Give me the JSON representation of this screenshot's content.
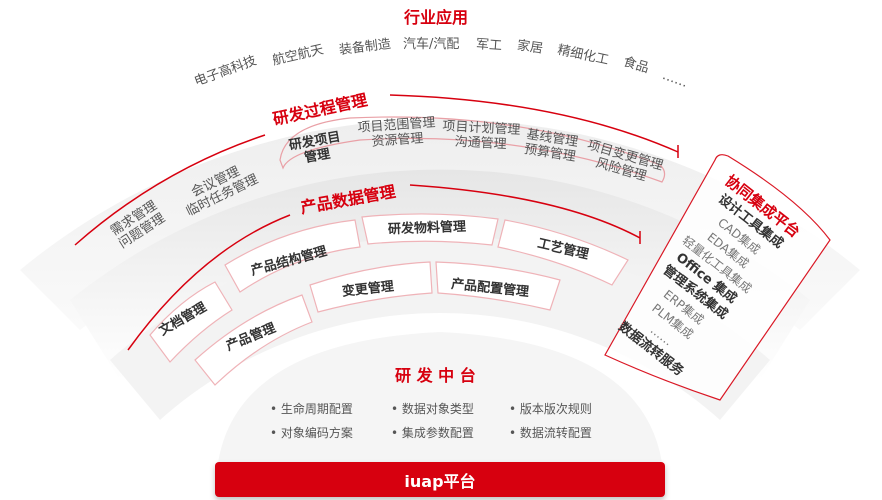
{
  "industry": {
    "title": "行业应用",
    "items": [
      "电子高科技",
      "航空航天",
      "装备制造",
      "汽车/汽配",
      "军工",
      "家居",
      "精细化工",
      "食品",
      "……"
    ]
  },
  "rd_process": {
    "title": "研发过程管理",
    "project": [
      "研发项目",
      "管理"
    ],
    "groups": [
      [
        "项目范围管理",
        "资源管理"
      ],
      [
        "项目计划管理",
        "沟通管理"
      ],
      [
        "基线管理",
        "预算管理"
      ],
      [
        "项目变更管理",
        "风险管理"
      ]
    ],
    "other": [
      [
        "会议管理",
        "临时任务管理"
      ],
      [
        "需求管理",
        "问题管理"
      ]
    ]
  },
  "pdm": {
    "title": "产品数据管理",
    "modules": [
      "研发物料管理",
      "工艺管理",
      "产品结构管理",
      "变更管理",
      "产品配置管理",
      "文档管理",
      "产品管理"
    ]
  },
  "rd_platform": {
    "title": "研 发 中 台",
    "features": [
      "生命周期配置",
      "数据对象类型",
      "版本版次规则",
      "对象编码方案",
      "集成参数配置",
      "数据流转配置"
    ]
  },
  "base": {
    "label": "iuap平台"
  },
  "collab": {
    "title": "协同集成平台",
    "items": [
      "设计工具集成",
      "CAD集成",
      "EDA集成",
      "轻量化工具集成",
      "Office 集成",
      "管理系统集成",
      "ERP集成",
      "PLM集成",
      "……",
      "数据流转服务"
    ]
  },
  "colors": {
    "accent": "#d7000f",
    "text": "#555555"
  }
}
